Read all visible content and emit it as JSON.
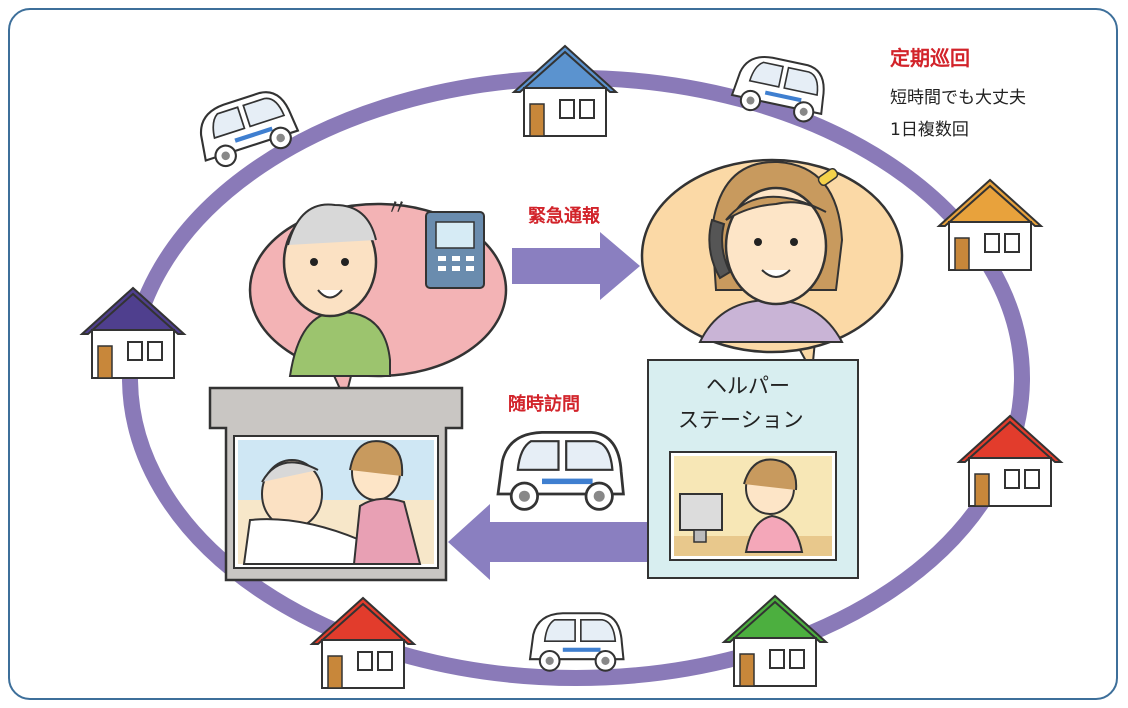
{
  "labels": {
    "periodic_title": "定期巡回",
    "periodic_line1": "短時間でも大丈夫",
    "periodic_line2": "1日複数回",
    "emergency": "緊急通報",
    "visit": "随時訪問",
    "station_line1": "ヘルパー",
    "station_line2": "ステーション"
  },
  "colors": {
    "ring": "#8a7ab8",
    "arrow": "#8a7fc0",
    "frame": "#3d6f9a",
    "accent_red": "#d2232a",
    "bubble_pink": "#f3b3b5",
    "bubble_peach": "#fbd9a6",
    "station_box": "#d8eef0"
  },
  "houses": [
    {
      "name": "house-top-blue",
      "roof": "#5b93cf"
    },
    {
      "name": "house-right-orange",
      "roof": "#e8a23c"
    },
    {
      "name": "house-left-purple",
      "roof": "#4f3f8e"
    },
    {
      "name": "house-right-red",
      "roof": "#e23c2c"
    },
    {
      "name": "house-bottom-left-red",
      "roof": "#e23c2c"
    },
    {
      "name": "house-bottom-right-green",
      "roof": "#4caf3f"
    }
  ]
}
